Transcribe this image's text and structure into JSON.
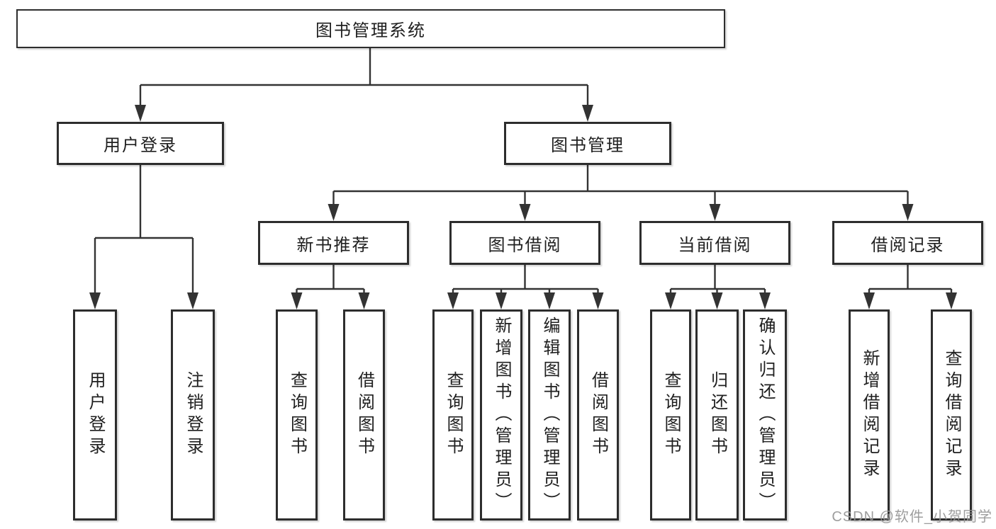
{
  "tree": {
    "root": {
      "label": "图书管理系统"
    },
    "level2": [
      {
        "label": "用户登录"
      },
      {
        "label": "图书管理"
      }
    ],
    "level3": [
      {
        "label": "新书推荐",
        "parent": "图书管理"
      },
      {
        "label": "图书借阅",
        "parent": "图书管理"
      },
      {
        "label": "当前借阅",
        "parent": "图书管理"
      },
      {
        "label": "借阅记录",
        "parent": "图书管理"
      }
    ],
    "leaves": [
      {
        "label": "用户登录",
        "parent": "用户登录"
      },
      {
        "label": "注销登录",
        "parent": "用户登录"
      },
      {
        "label": "查询图书",
        "parent": "新书推荐"
      },
      {
        "label": "借阅图书",
        "parent": "新书推荐"
      },
      {
        "label": "查询图书",
        "parent": "图书借阅"
      },
      {
        "label": "新增图书（管理员）",
        "parent": "图书借阅"
      },
      {
        "label": "编辑图书（管理员）",
        "parent": "图书借阅"
      },
      {
        "label": "借阅图书",
        "parent": "图书借阅"
      },
      {
        "label": "查询图书",
        "parent": "当前借阅"
      },
      {
        "label": "归还图书",
        "parent": "当前借阅"
      },
      {
        "label": "确认归还（管理员）",
        "parent": "当前借阅"
      },
      {
        "label": "新增借阅记录",
        "parent": "借阅记录"
      },
      {
        "label": "查询借阅记录",
        "parent": "借阅记录"
      }
    ]
  },
  "watermark": {
    "text": "CSDN @软件_小贺同学"
  },
  "colors": {
    "line": "#333333",
    "box_border": "#2d2d2d",
    "text": "#1f1f1f",
    "watermark": "#969696",
    "background": "#ffffff"
  }
}
